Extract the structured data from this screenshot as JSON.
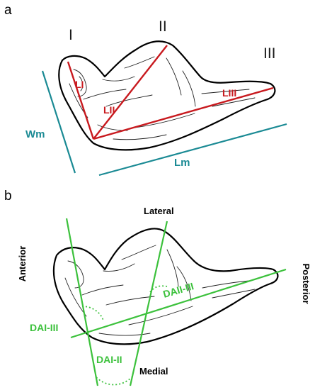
{
  "panel_a": {
    "letter": "a",
    "region_labels": [
      "I",
      "II",
      "III"
    ],
    "length_labels": [
      "LI",
      "LII",
      "LIII"
    ],
    "width_label": "Wm",
    "length_max_label": "Lm"
  },
  "panel_b": {
    "letter": "b",
    "directions": {
      "lateral": "Lateral",
      "medial": "Medial",
      "anterior": "Anterior",
      "posterior": "Posterior"
    },
    "angle_labels": {
      "dai_iii": "DAI-III",
      "dai_ii": "DAI-II",
      "daii_iii": "DAII-III"
    }
  },
  "colors": {
    "length_lines": "#c8191e",
    "measure_lines": "#1a8a94",
    "angle_lines": "#3cc13c",
    "outline": "#000000"
  }
}
